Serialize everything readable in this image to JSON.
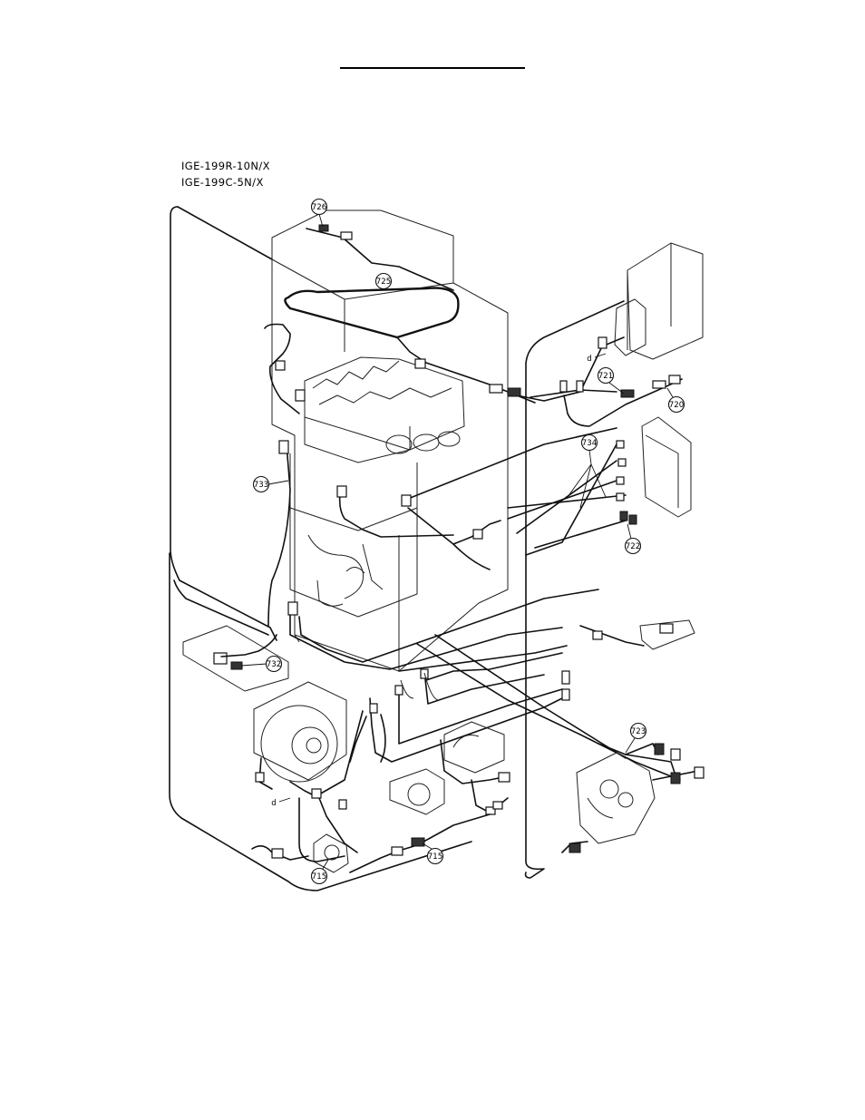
{
  "header": {
    "models": [
      "IGE-199R-10N/X",
      "IGE-199C-5N/X"
    ]
  },
  "diagram": {
    "callouts": [
      {
        "id": "726"
      },
      {
        "id": "725"
      },
      {
        "id": "721"
      },
      {
        "id": "720"
      },
      {
        "id": "734"
      },
      {
        "id": "733"
      },
      {
        "id": "722"
      },
      {
        "id": "732"
      },
      {
        "id": "723"
      },
      {
        "id": "715a",
        "label": "715"
      },
      {
        "id": "715b",
        "label": "715"
      }
    ],
    "markers": [
      {
        "id": "d-top",
        "text": "d"
      },
      {
        "id": "d-bottom",
        "text": "d"
      }
    ]
  }
}
